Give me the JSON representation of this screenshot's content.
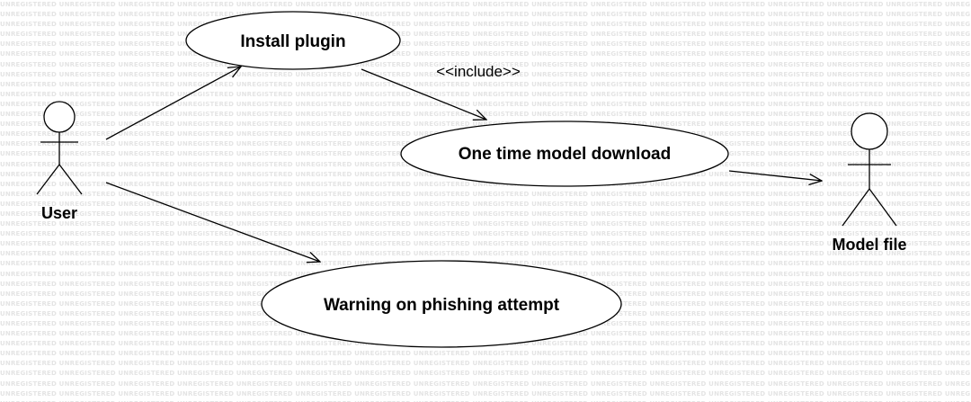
{
  "watermark": {
    "text": "UNREGISTERED",
    "color": "#e4e4e4"
  },
  "actors": {
    "user": {
      "label": "User"
    },
    "model_file": {
      "label": "Model file"
    }
  },
  "use_cases": {
    "install_plugin": {
      "label": "Install plugin"
    },
    "model_download": {
      "label": "One time model download"
    },
    "phishing_warning": {
      "label": "Warning on phishing attempt"
    }
  },
  "relations": {
    "include_stereotype": "<<include>>"
  },
  "colors": {
    "line": "#000000",
    "fill": "#ffffff"
  }
}
